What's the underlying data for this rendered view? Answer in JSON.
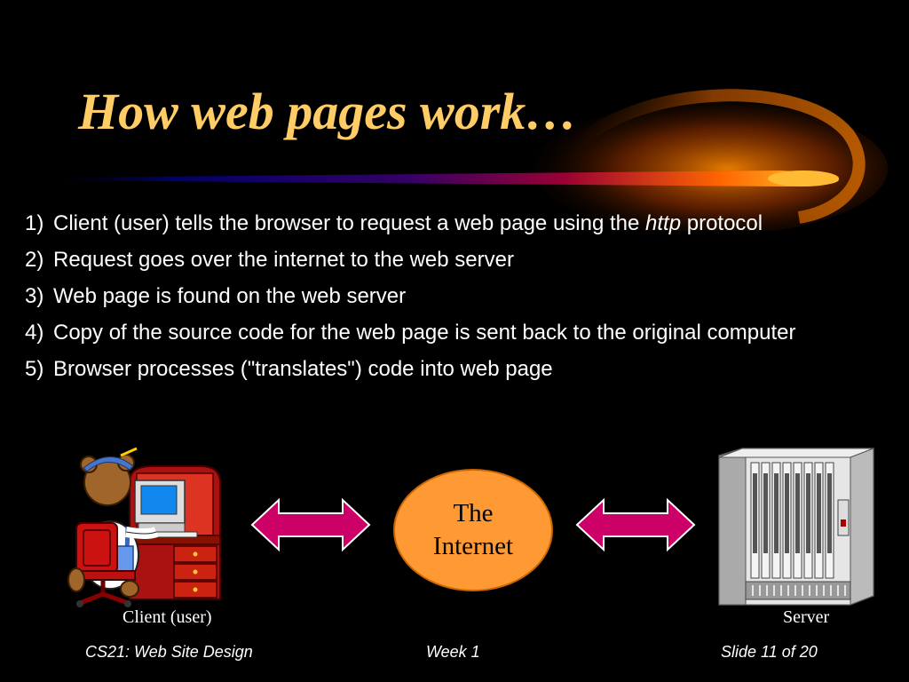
{
  "slide": {
    "title": "How web pages work…",
    "bullets": [
      {
        "num": "1)",
        "text_before": "Client (user) tells the browser to request a web page using the ",
        "em": "http",
        "text_after": " protocol"
      },
      {
        "num": "2)",
        "text": "Request goes over the internet to the web server"
      },
      {
        "num": "3)",
        "text": "Web page is found on the web server"
      },
      {
        "num": "4)",
        "text": "Copy of the source code for the web page is sent back to the original computer"
      },
      {
        "num": "5)",
        "text": "Browser processes (\"translates\") code into web page"
      }
    ],
    "diagram": {
      "client_label": "Client (user)",
      "internet_line1": "The",
      "internet_line2": "Internet",
      "server_label": "Server"
    },
    "footer": {
      "course": "CS21: Web Site Design",
      "week": "Week 1",
      "slide_num": "Slide 11 of 20"
    }
  },
  "colors": {
    "background": "#000000",
    "title": "#ffcc66",
    "oval_fill": "#ff9933",
    "arrow": "#cc0066"
  }
}
